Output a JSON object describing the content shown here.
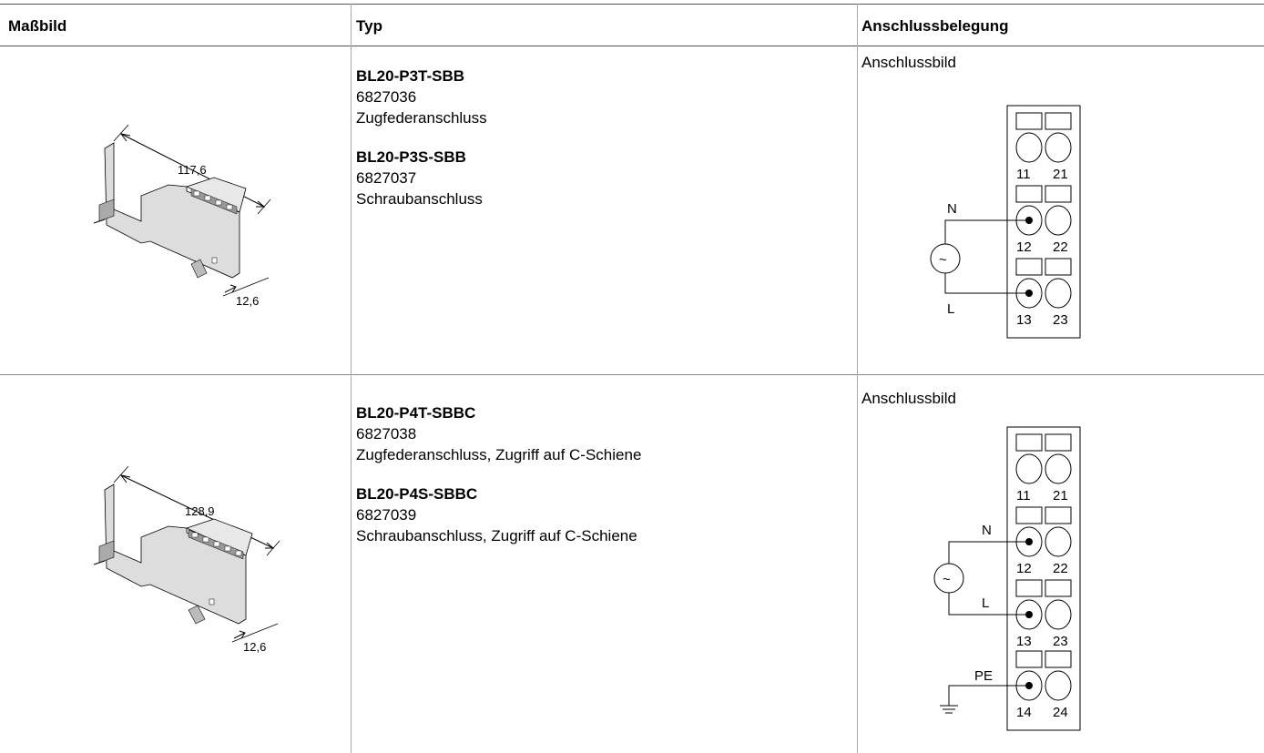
{
  "table": {
    "headers": {
      "dimension": "Maßbild",
      "type": "Typ",
      "connection": "Anschlussbelegung"
    },
    "rows": [
      {
        "dimension_labels": {
          "length": "117,6",
          "width": "12,6"
        },
        "variants": [
          {
            "name": "BL20-P3T-SBB",
            "number": "6827036",
            "desc": "Zugfederanschluss"
          },
          {
            "name": "BL20-P3S-SBB",
            "number": "6827037",
            "desc": "Schraubanschluss"
          }
        ],
        "diagram": {
          "caption": "Anschlussbild",
          "terminals_left": [
            "11",
            "12",
            "13"
          ],
          "terminals_right": [
            "21",
            "22",
            "23"
          ],
          "wire_labels": [
            "N",
            "L"
          ]
        }
      },
      {
        "dimension_labels": {
          "length": "128,9",
          "width": "12,6"
        },
        "variants": [
          {
            "name": "BL20-P4T-SBBC",
            "number": "6827038",
            "desc": "Zugfederanschluss, Zugriff auf C-Schiene"
          },
          {
            "name": "BL20-P4S-SBBC",
            "number": "6827039",
            "desc": "Schraubanschluss, Zugriff auf C-Schiene"
          }
        ],
        "diagram": {
          "caption": "Anschlussbild",
          "terminals_left": [
            "11",
            "12",
            "13",
            "14"
          ],
          "terminals_right": [
            "21",
            "22",
            "23",
            "24"
          ],
          "wire_labels": [
            "N",
            "L",
            "PE"
          ]
        }
      }
    ]
  },
  "icons": {
    "ac_source": "~"
  }
}
